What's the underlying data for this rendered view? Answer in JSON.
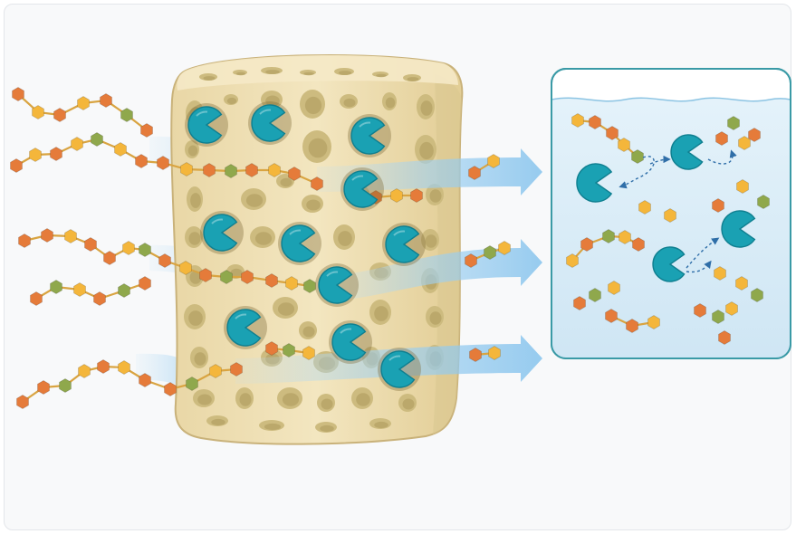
{
  "figure": {
    "description_text": "",
    "colors": {
      "background": "#f8f9fa",
      "frame_border": "#e3e6ea",
      "scaffold_fill": "#efe0b6",
      "scaffold_shadow": "#d9c68f",
      "pore_fill": "#cdbb7f",
      "pore_inner": "#b7a467",
      "enzyme": "#1aa1b3",
      "enzyme_dark": "#0f7f90",
      "flow_arrow": "#8fc9ee",
      "solution_fill": "#d6ebf7",
      "solution_border": "#3a9aa6",
      "hex_orange": "#e57b3a",
      "hex_yellow": "#f4b63b",
      "hex_green": "#8fa84c",
      "dashed_arrow": "#2f6ea8"
    },
    "icons": {
      "enzyme": "pacman-enzyme-icon",
      "monomer": "hexagon-monomer-icon",
      "scaffold": "porous-sponge-scaffold",
      "flow": "flow-arrow",
      "solution": "free-enzyme-solution-box"
    }
  }
}
